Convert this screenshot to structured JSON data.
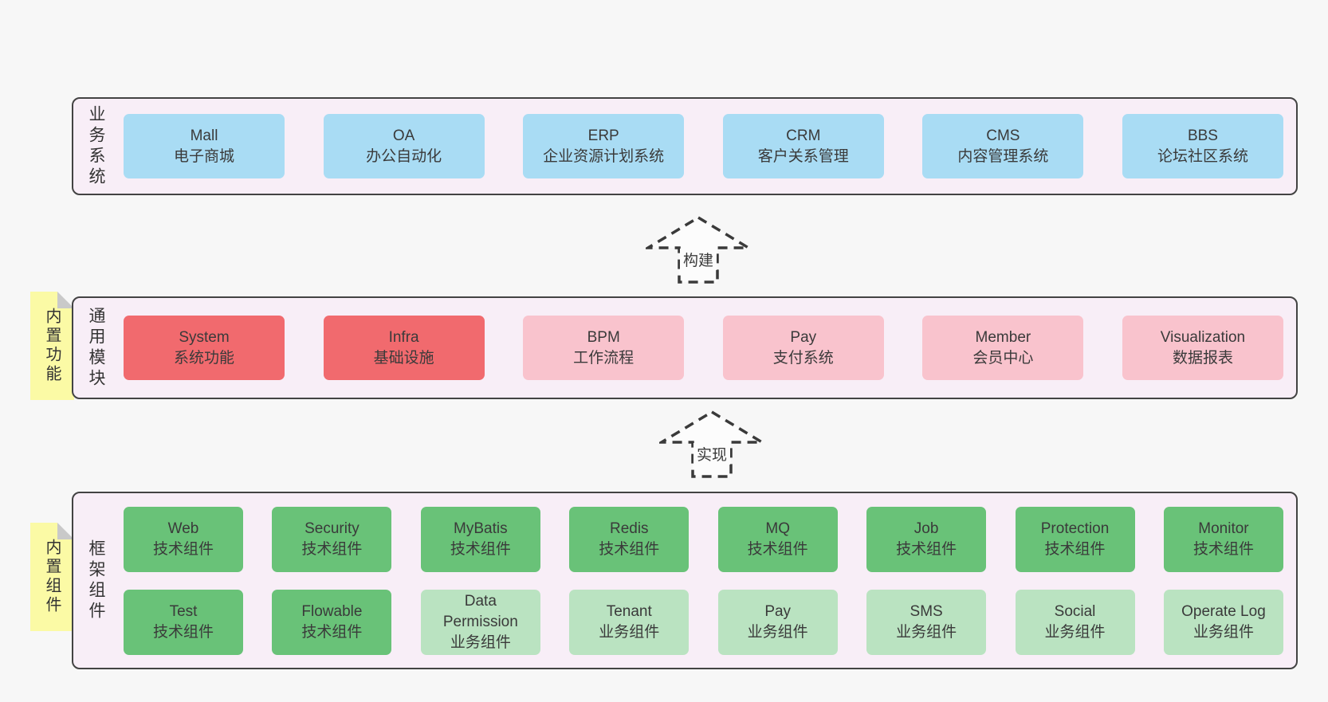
{
  "colors": {
    "page_bg": "#f7f7f7",
    "band_bg": "#f8eef7",
    "border": "#434343",
    "blue": "#a9dcf4",
    "red": "#f16a6e",
    "pink": "#f9c3cd",
    "green": "#69c278",
    "light_green": "#bae3c1",
    "note_yellow": "#fbfaa5",
    "fold_gray": "#c9c9c9",
    "text": "#3a3a3a"
  },
  "band_business": {
    "label": "业务系统",
    "boxes": [
      {
        "en": "Mall",
        "zh": "电子商城"
      },
      {
        "en": "OA",
        "zh": "办公自动化"
      },
      {
        "en": "ERP",
        "zh": "企业资源计划系统"
      },
      {
        "en": "CRM",
        "zh": "客户关系管理"
      },
      {
        "en": "CMS",
        "zh": "内容管理系统"
      },
      {
        "en": "BBS",
        "zh": "论坛社区系统"
      }
    ]
  },
  "band_modules": {
    "label": "通用模块",
    "note": "内置功能",
    "boxes": [
      {
        "en": "System",
        "zh": "系统功能"
      },
      {
        "en": "Infra",
        "zh": "基础设施"
      },
      {
        "en": "BPM",
        "zh": "工作流程"
      },
      {
        "en": "Pay",
        "zh": "支付系统"
      },
      {
        "en": "Member",
        "zh": "会员中心"
      },
      {
        "en": "Visualization",
        "zh": "数据报表"
      }
    ]
  },
  "band_components": {
    "label": "框架组件",
    "note": "内置组件",
    "row1": [
      {
        "en": "Web",
        "zh": "技术组件"
      },
      {
        "en": "Security",
        "zh": "技术组件"
      },
      {
        "en": "MyBatis",
        "zh": "技术组件"
      },
      {
        "en": "Redis",
        "zh": "技术组件"
      },
      {
        "en": "MQ",
        "zh": "技术组件"
      },
      {
        "en": "Job",
        "zh": "技术组件"
      },
      {
        "en": "Protection",
        "zh": "技术组件"
      },
      {
        "en": "Monitor",
        "zh": "技术组件"
      }
    ],
    "row2": [
      {
        "en": "Test",
        "zh": "技术组件"
      },
      {
        "en": "Flowable",
        "zh": "技术组件"
      },
      {
        "en": "Data Permission",
        "zh": "业务组件"
      },
      {
        "en": "Tenant",
        "zh": "业务组件"
      },
      {
        "en": "Pay",
        "zh": "业务组件"
      },
      {
        "en": "SMS",
        "zh": "业务组件"
      },
      {
        "en": "Social",
        "zh": "业务组件"
      },
      {
        "en": "Operate Log",
        "zh": "业务组件"
      }
    ]
  },
  "arrows": {
    "build": "构建",
    "implement": "实现"
  }
}
